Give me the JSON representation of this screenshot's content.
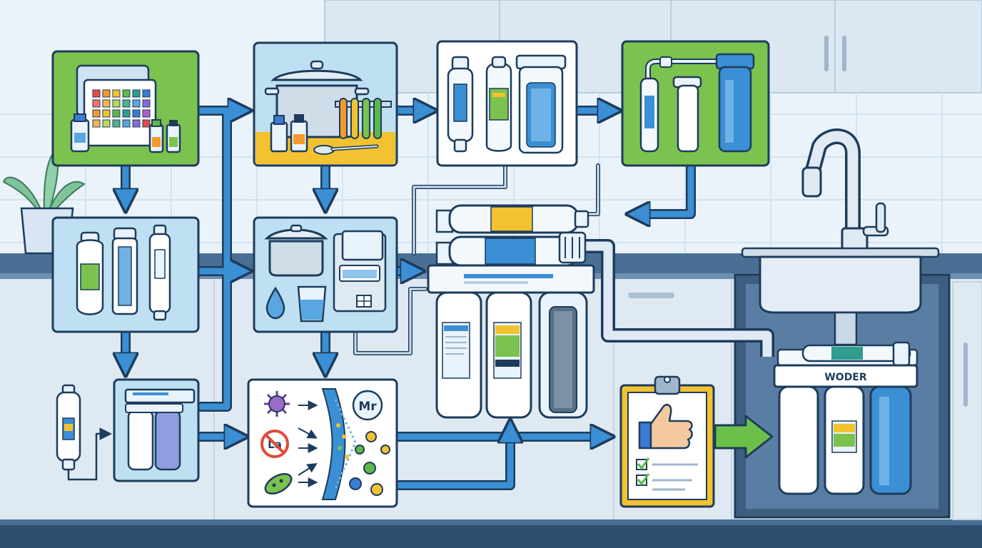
{
  "labels": {
    "unit_brand": "WODER",
    "mineral_symbol": "Mr",
    "lead_symbol": "La"
  },
  "colors": {
    "background": "#eaf3fa",
    "cabinet": "#dfe9f2",
    "counter": "#4a6f94",
    "pipe_blue": "#3b8fd4",
    "pipe_outline": "#1d3c5c",
    "panel_green": "#7cc24e",
    "panel_blue": "#bfe0f2",
    "accent_yellow": "#f2c230",
    "accent_green": "#5db84a",
    "clipboard_bg": "#fff6d6"
  },
  "icons": [
    "water-test-kit-icon",
    "cooking-pot-icon",
    "test-tubes-icon",
    "inline-filter-icon",
    "carbon-filter-icon",
    "ice-maker-icon",
    "water-drop-icon",
    "glass-icon",
    "virus-icon",
    "bacteria-icon",
    "no-lead-icon",
    "membrane-icon",
    "thumbs-up-icon",
    "checklist-icon",
    "faucet-icon",
    "reverse-osmosis-unit-icon"
  ]
}
